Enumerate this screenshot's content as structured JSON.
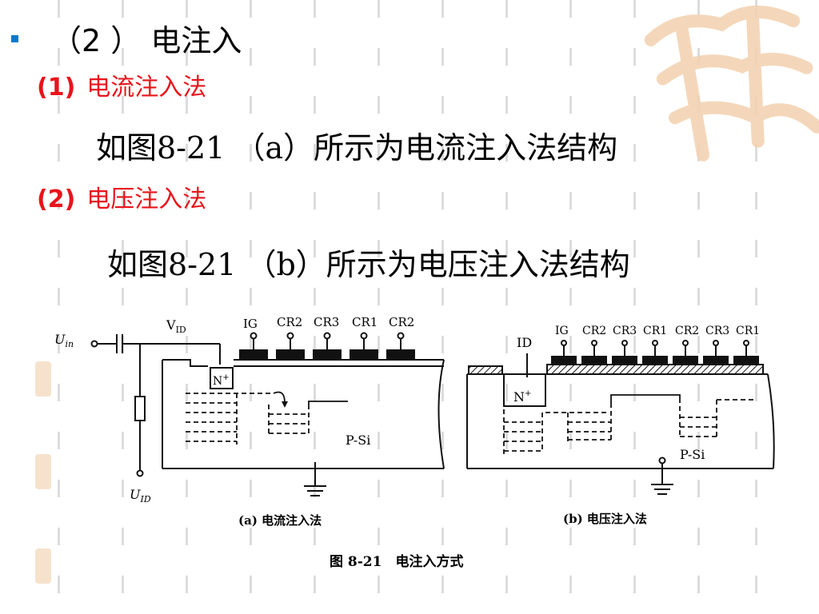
{
  "slide": {
    "heading": "（2 ） 电注入",
    "method1": {
      "num": "(1)",
      "label": "电流注入法"
    },
    "text1": "如图8-21 （a）所示为电流注入法结构",
    "method2": {
      "num": "(2)",
      "label": "电压注入法"
    },
    "text2": "如图8-21 （b）所示为电压注入法结构"
  },
  "colors": {
    "accent_red": "#e8141c",
    "bullet_blue": "#0a79c8",
    "watermark": "#f3d3b3"
  },
  "figure": {
    "a": {
      "u_in": "U",
      "u_in_sub": "in",
      "v_id": "V",
      "v_id_sub": "ID",
      "u_id": "U",
      "u_id_sub": "ID",
      "n_plus": "N",
      "n_plus_sup": "+",
      "electrodes": [
        "IG",
        "CR2",
        "CR3",
        "CR1",
        "CR2"
      ],
      "substrate": "P-Si",
      "caption": "(a) 电流注入法"
    },
    "b": {
      "id": "ID",
      "n_plus": "N",
      "n_plus_sup": "+",
      "electrodes": [
        "IG",
        "CR2",
        "CR3",
        "CR1",
        "CR2",
        "CR3",
        "CR1"
      ],
      "substrate": "P-Si",
      "caption": "(b) 电压注入法"
    },
    "title": "图 8-21　电注入方式"
  }
}
